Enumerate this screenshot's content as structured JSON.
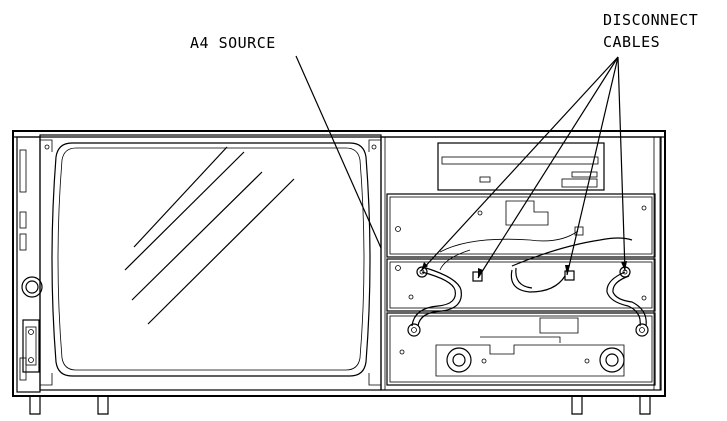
{
  "labels": {
    "source": "A4 SOURCE",
    "disconnect_line1": "DISCONNECT",
    "disconnect_line2": "CABLES"
  },
  "colors": {
    "ink": "#000000",
    "background": "#ffffff"
  }
}
